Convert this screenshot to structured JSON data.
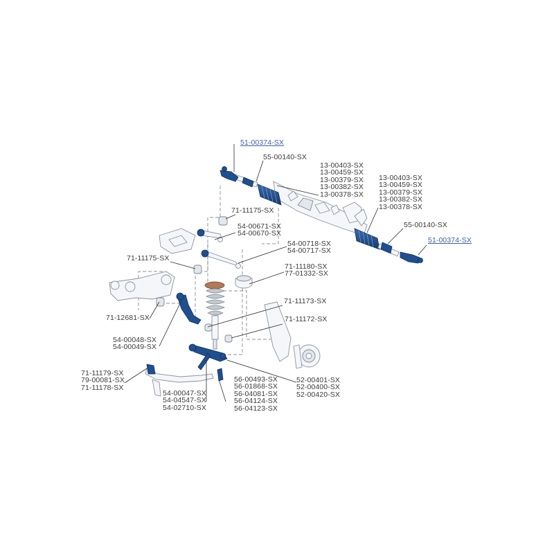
{
  "labels": [
    {
      "id": "tie-rod-end-left",
      "lines": [
        "51-00374-SX"
      ],
      "link": true
    },
    {
      "id": "tie-rod-left",
      "lines": [
        "55-00140-SX"
      ],
      "link": false
    },
    {
      "id": "rack-boot-left",
      "lines": [
        "13-00403-SX",
        "13-00459-SX",
        "13-00379-SX",
        "13-00382-SX",
        "13-00378-SX"
      ],
      "link": false
    },
    {
      "id": "rack-boot-right",
      "lines": [
        "13-00403-SX",
        "13-00459-SX",
        "13-00379-SX",
        "13-00382-SX",
        "13-00378-SX"
      ],
      "link": false
    },
    {
      "id": "tie-rod-right",
      "lines": [
        "55-00140-SX"
      ],
      "link": false
    },
    {
      "id": "tie-rod-end-right",
      "lines": [
        "51-00374-SX"
      ],
      "link": true
    },
    {
      "id": "bushing-upper",
      "lines": [
        "71-11175-SX"
      ],
      "link": false
    },
    {
      "id": "upper-arm-a",
      "lines": [
        "54-00671-SX",
        "54-00670-SX"
      ],
      "link": false
    },
    {
      "id": "upper-arm-b",
      "lines": [
        "54-00718-SX",
        "54-00717-SX"
      ],
      "link": false
    },
    {
      "id": "bushing-left",
      "lines": [
        "71-11175-SX"
      ],
      "link": false
    },
    {
      "id": "strut-mount",
      "lines": [
        "71-11180-SX",
        "77-01332-SX"
      ],
      "link": false
    },
    {
      "id": "bushing-knuckle-1",
      "lines": [
        "71-11173-SX"
      ],
      "link": false
    },
    {
      "id": "bushing-knuckle-2",
      "lines": [
        "71-11172-SX"
      ],
      "link": false
    },
    {
      "id": "subframe-bushing",
      "lines": [
        "71-12681-SX"
      ],
      "link": false
    },
    {
      "id": "lower-arm-rear",
      "lines": [
        "54-00048-SX",
        "54-00049-SX"
      ],
      "link": false
    },
    {
      "id": "stabilizer-bushing",
      "lines": [
        "71-11179-SX",
        "79-00081-SX",
        "71-11178-SX"
      ],
      "link": false
    },
    {
      "id": "lower-arm-front",
      "lines": [
        "54-00047-SX",
        "54-04547-SX",
        "54-02710-SX"
      ],
      "link": false
    },
    {
      "id": "stabilizer-link",
      "lines": [
        "56-00493-SX",
        "56-01868-SX",
        "56-04081-SX",
        "56-04124-SX",
        "56-04123-SX"
      ],
      "link": false
    },
    {
      "id": "ball-joint",
      "lines": [
        "52-00401-SX",
        "52-00400-SX",
        "52-00420-SX"
      ],
      "link": false
    }
  ],
  "colors": {
    "highlight": "#1f4f8f",
    "spring": "#b07a57",
    "link_text": "#3b5fa8"
  }
}
